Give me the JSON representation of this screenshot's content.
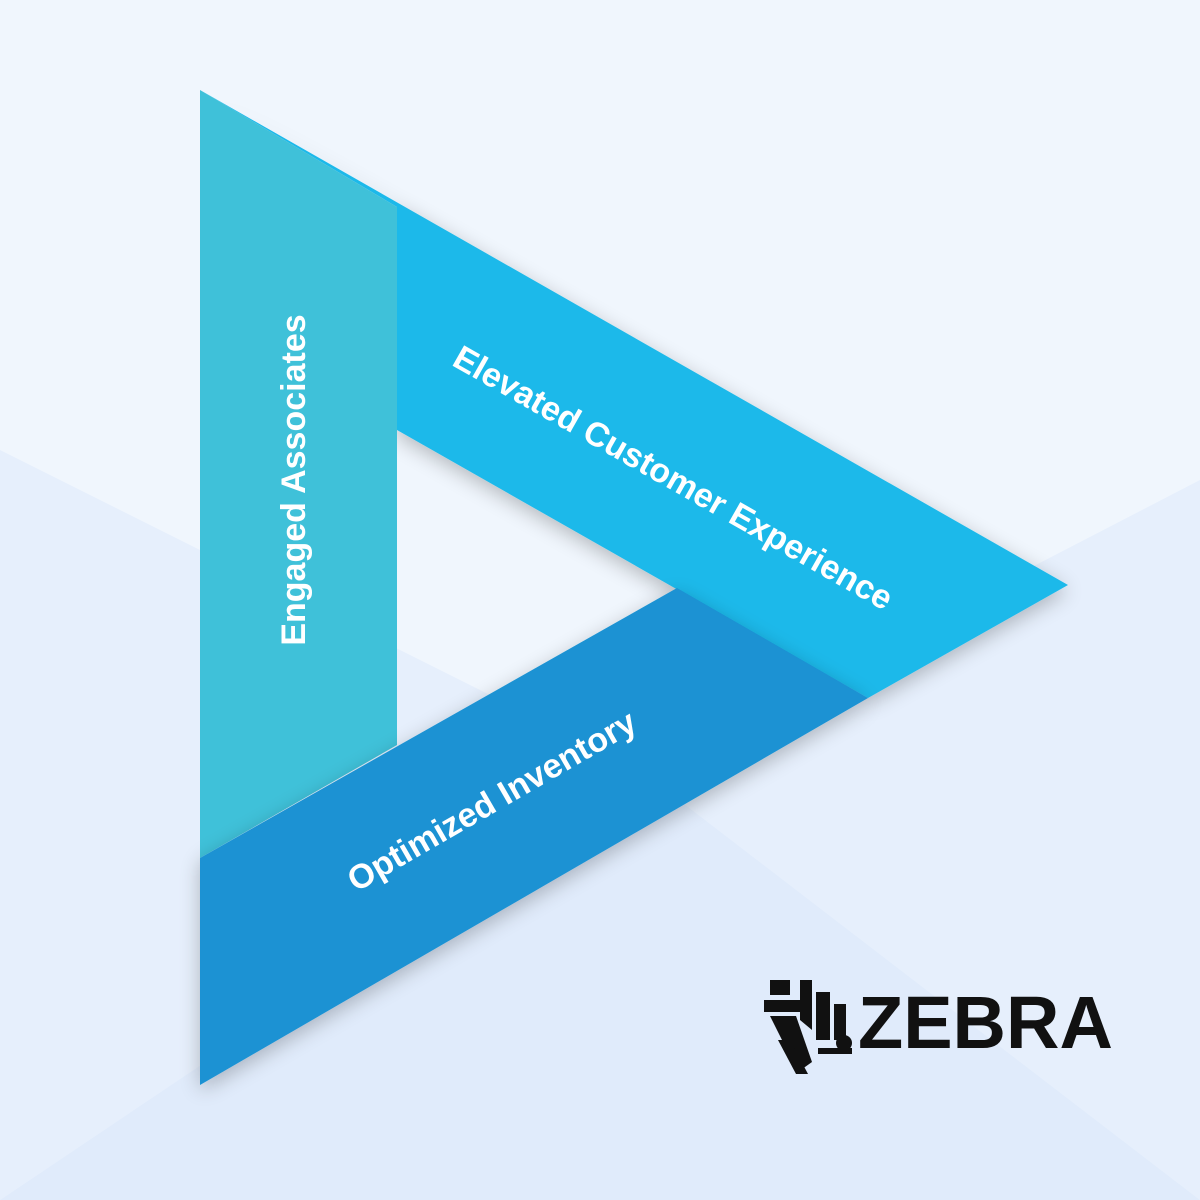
{
  "diagram": {
    "bands": [
      {
        "id": "engaged",
        "label": "Engaged Associates",
        "color": "#3fc1d9"
      },
      {
        "id": "elevated",
        "label": "Elevated Customer Experience",
        "color": "#1eb9ea"
      },
      {
        "id": "optimized",
        "label": "Optimized Inventory",
        "color": "#1a92d3"
      }
    ]
  },
  "brand": {
    "name": "ZEBRA",
    "logo_color": "#111111"
  },
  "background": {
    "base": "#f0f6fd",
    "lower": "#e0ebfb",
    "mid": "#e6effc"
  }
}
